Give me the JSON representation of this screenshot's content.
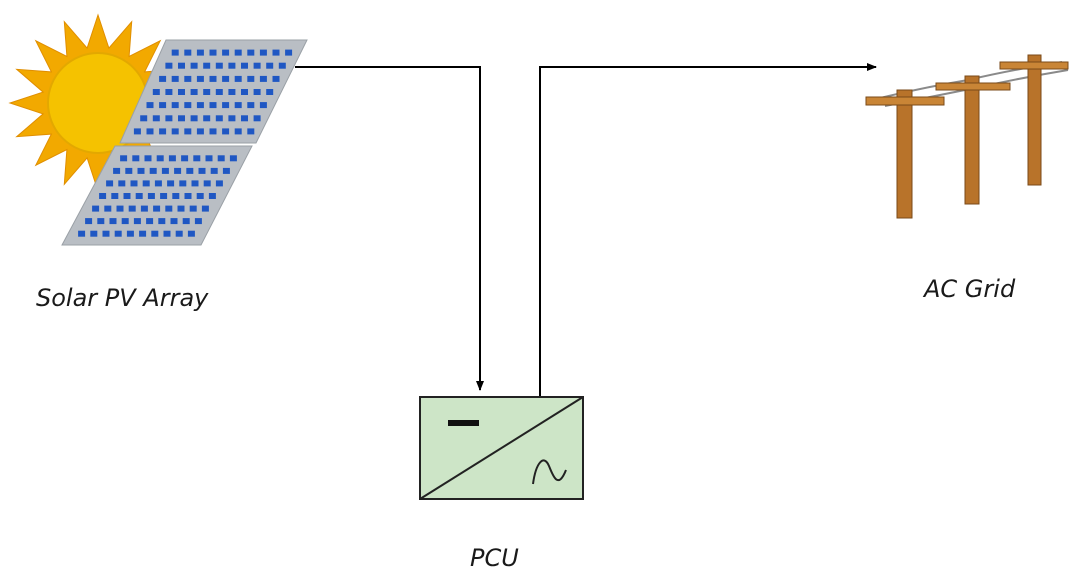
{
  "labels": {
    "solar_array": "Solar PV Array",
    "ac_grid": "AC Grid",
    "pcu": "PCU"
  },
  "icons": {
    "sun": "sun-icon",
    "solar_panel": "solar-panel-icon",
    "utility_poles": "utility-poles-icon",
    "inverter": "dc-ac-converter-icon"
  },
  "colors": {
    "sun_fill": "#F5C200",
    "sun_rays": "#F2A900",
    "panel_frame": "#B9BEC4",
    "panel_cell": "#1F57C3",
    "pcu_fill": "#CDE5C7",
    "pole_wood": "#B8732A",
    "line": "#000000"
  }
}
